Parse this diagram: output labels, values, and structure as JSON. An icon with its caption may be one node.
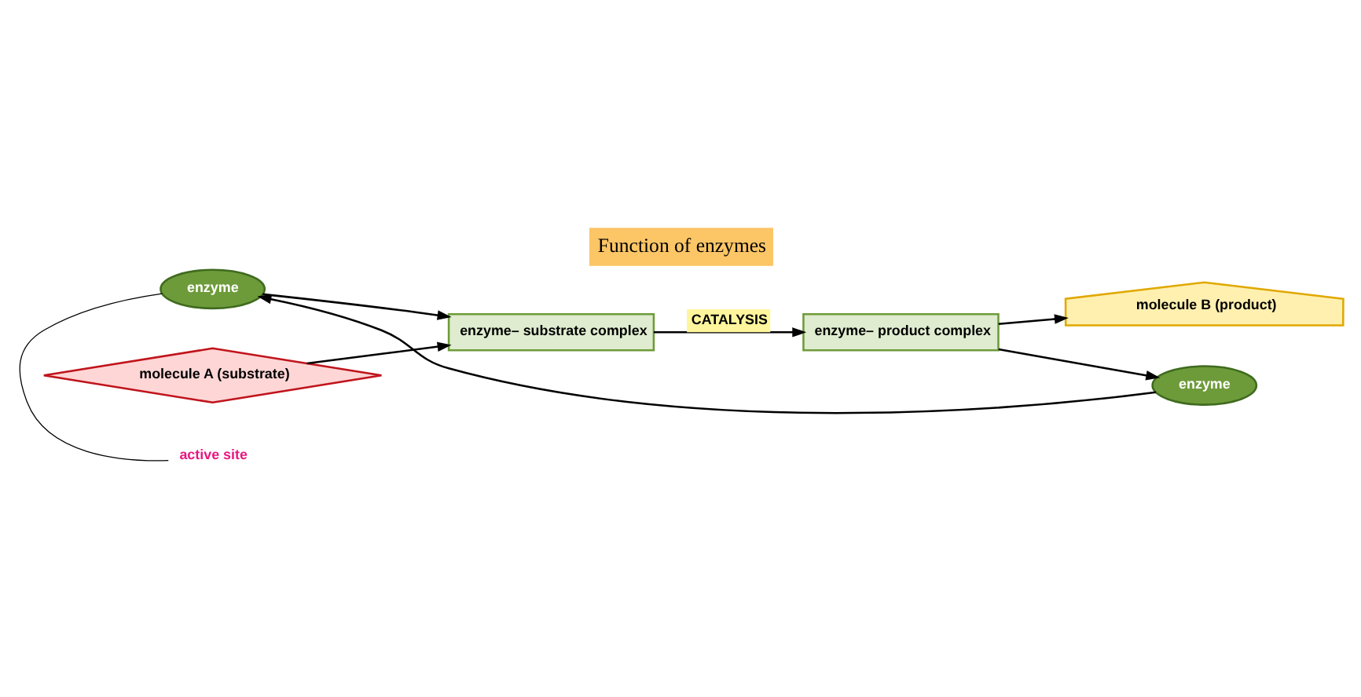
{
  "diagram": {
    "title": "Function of enzymes",
    "nodes": [
      {
        "text": [
          "enzyme"
        ]
      },
      {
        "text": [
          "active site"
        ]
      },
      {
        "text": [
          "molecule A (substrate)"
        ]
      },
      {
        "text": [
          "enzyme– substrate complex"
        ]
      },
      {
        "text": [
          "enzyme– product complex"
        ]
      },
      {
        "text": [
          "molecule B (product)"
        ]
      },
      {
        "text": [
          "enzyme"
        ]
      }
    ],
    "edges": [
      {
        "from": 1,
        "to": 0,
        "arrow": "none"
      },
      {
        "from": 0,
        "to": 3,
        "arrow": "to"
      },
      {
        "from": 2,
        "to": 3,
        "arrow": "to"
      },
      {
        "from": 3,
        "to": 4,
        "arrow": "to",
        "label": "CATALYSIS"
      },
      {
        "from": 4,
        "to": 5,
        "arrow": "to"
      },
      {
        "from": 4,
        "to": 6,
        "arrow": "to"
      },
      {
        "from": 6,
        "to": 0,
        "arrow": "to"
      }
    ]
  }
}
